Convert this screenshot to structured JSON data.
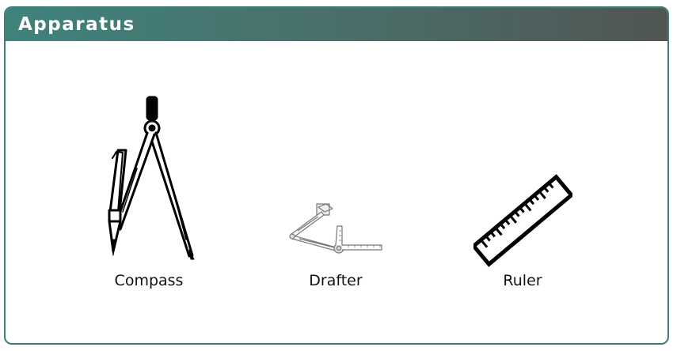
{
  "panel": {
    "title": "Apparatus"
  },
  "items": [
    {
      "label": "Compass",
      "icon": "compass-icon"
    },
    {
      "label": "Drafter",
      "icon": "drafter-icon"
    },
    {
      "label": "Ruler",
      "icon": "ruler-icon"
    }
  ],
  "colors": {
    "header_start": "#3f837c",
    "header_end": "#505654",
    "border": "#3b7f79"
  }
}
